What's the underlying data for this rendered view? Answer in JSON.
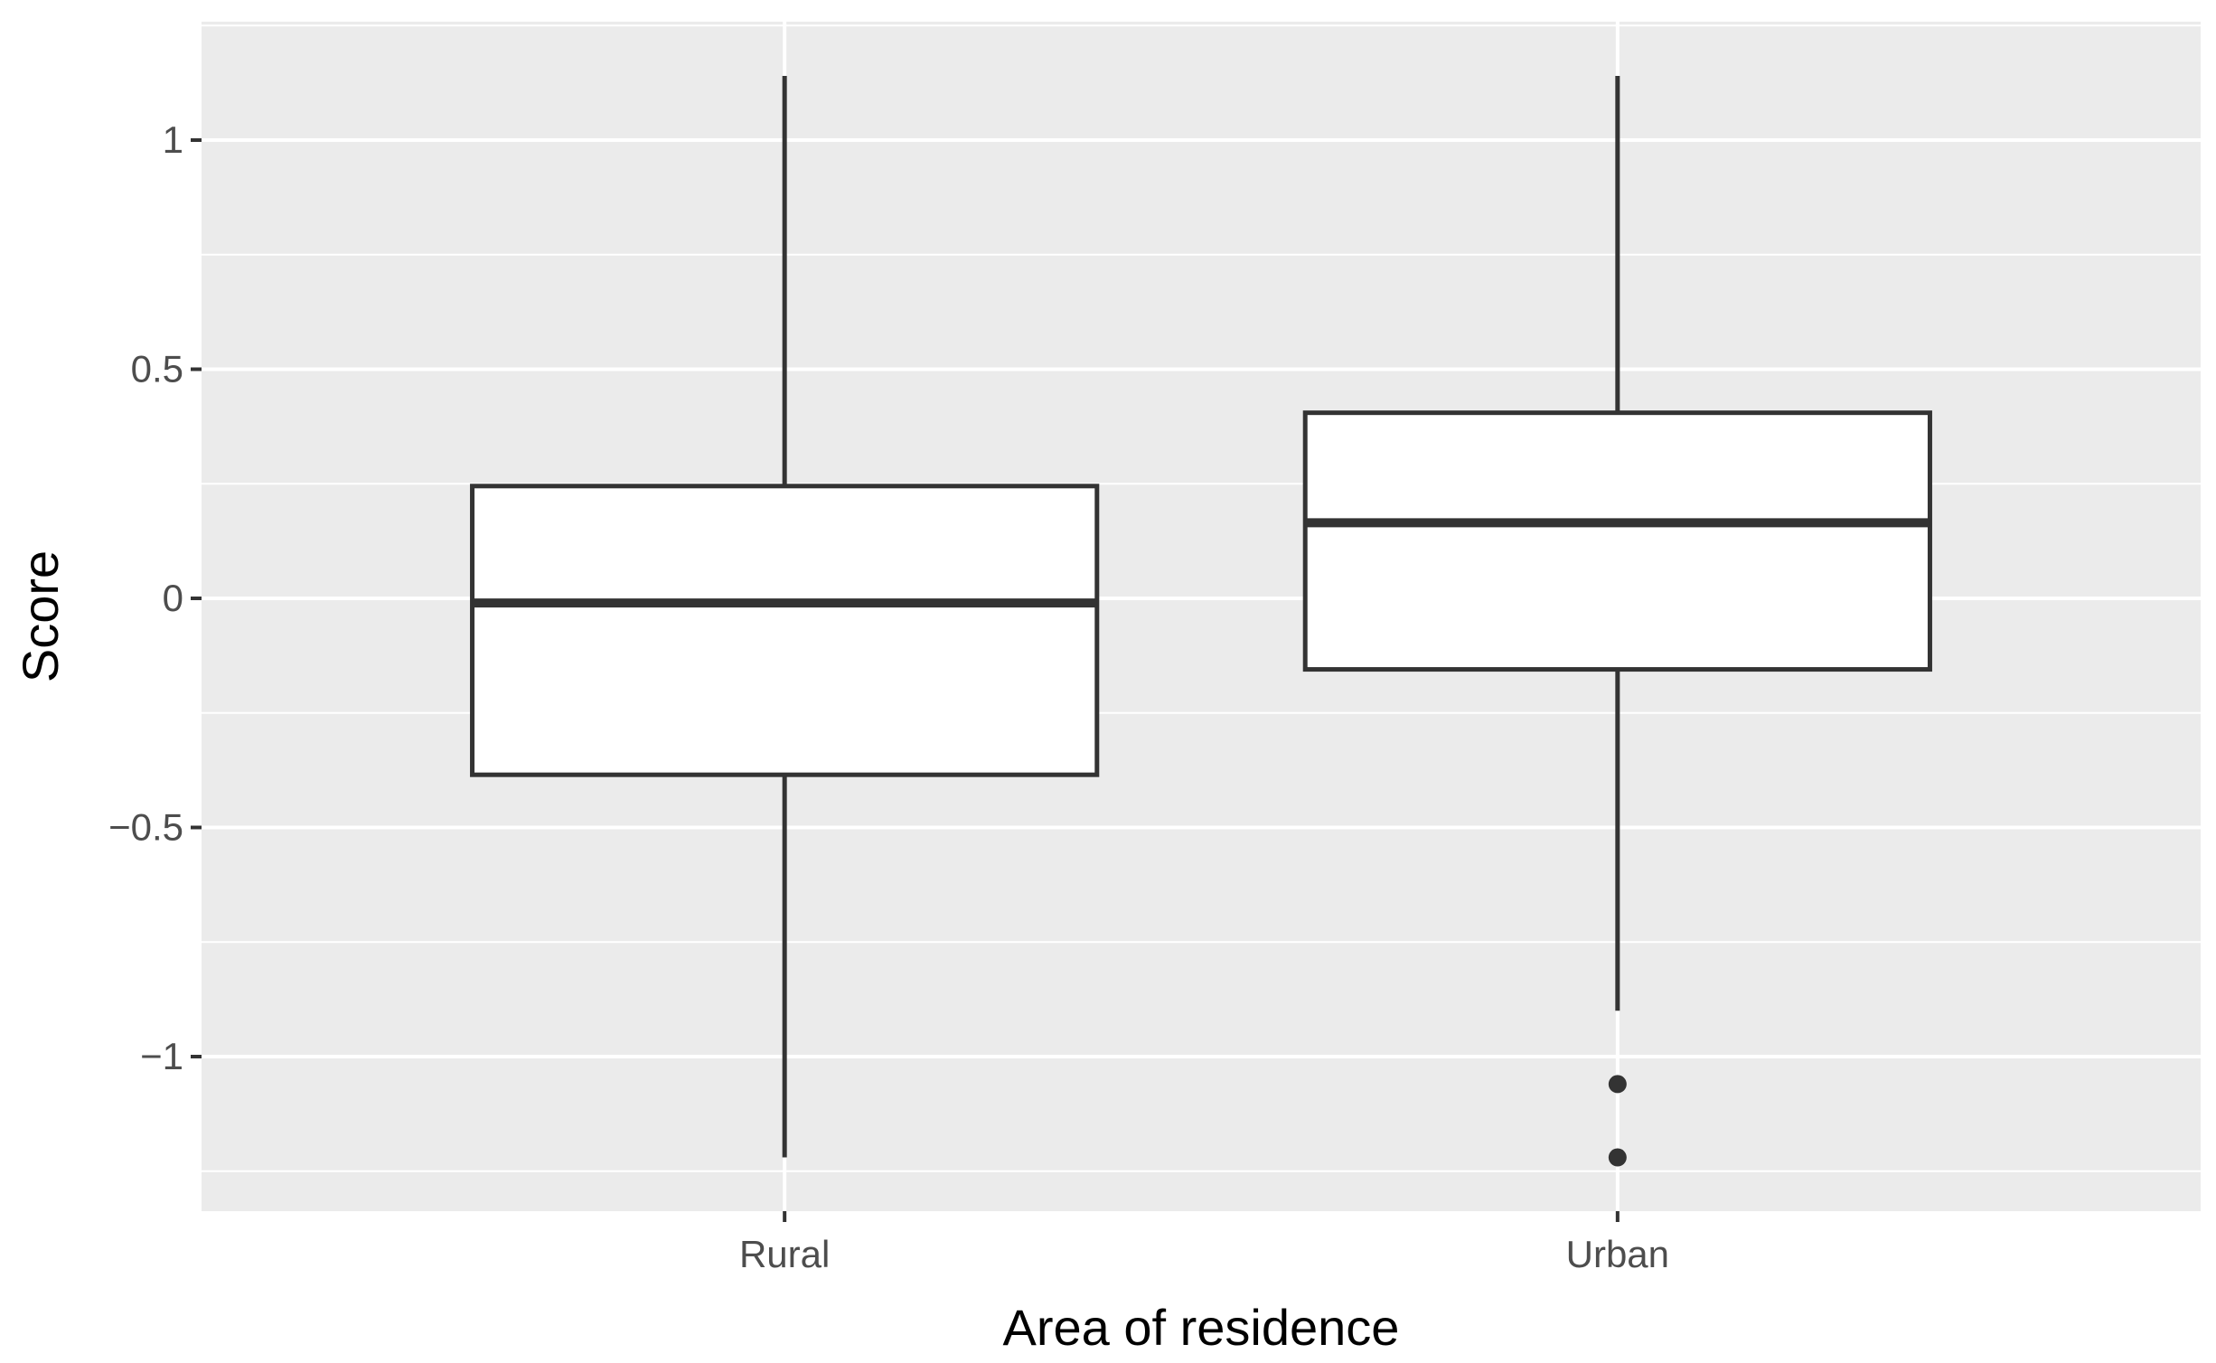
{
  "chart_data": {
    "type": "boxplot",
    "title": "",
    "xlabel": "Area of residence",
    "ylabel": "Score",
    "ylim": [
      -1.3,
      1.26
    ],
    "y_ticks": [
      1,
      0.5,
      0,
      -0.5,
      -1
    ],
    "y_tick_labels": [
      "1",
      "0.5",
      "0",
      "−0.5",
      "−1"
    ],
    "categories": [
      "Rural",
      "Urban"
    ],
    "boxes": [
      {
        "category": "Rural",
        "whisker_low": -1.22,
        "q1": -0.385,
        "median": -0.01,
        "q3": 0.245,
        "whisker_high": 1.14,
        "outliers": []
      },
      {
        "category": "Urban",
        "whisker_low": -0.9,
        "q1": -0.155,
        "median": 0.165,
        "q3": 0.405,
        "whisker_high": 1.14,
        "outliers": [
          -1.06,
          -1.22
        ]
      }
    ],
    "grid": true,
    "legend": "none",
    "colors": {
      "panel_background": "#ebebeb",
      "grid": "#ffffff",
      "box_fill": "#ffffff",
      "box_line": "#333333"
    }
  }
}
